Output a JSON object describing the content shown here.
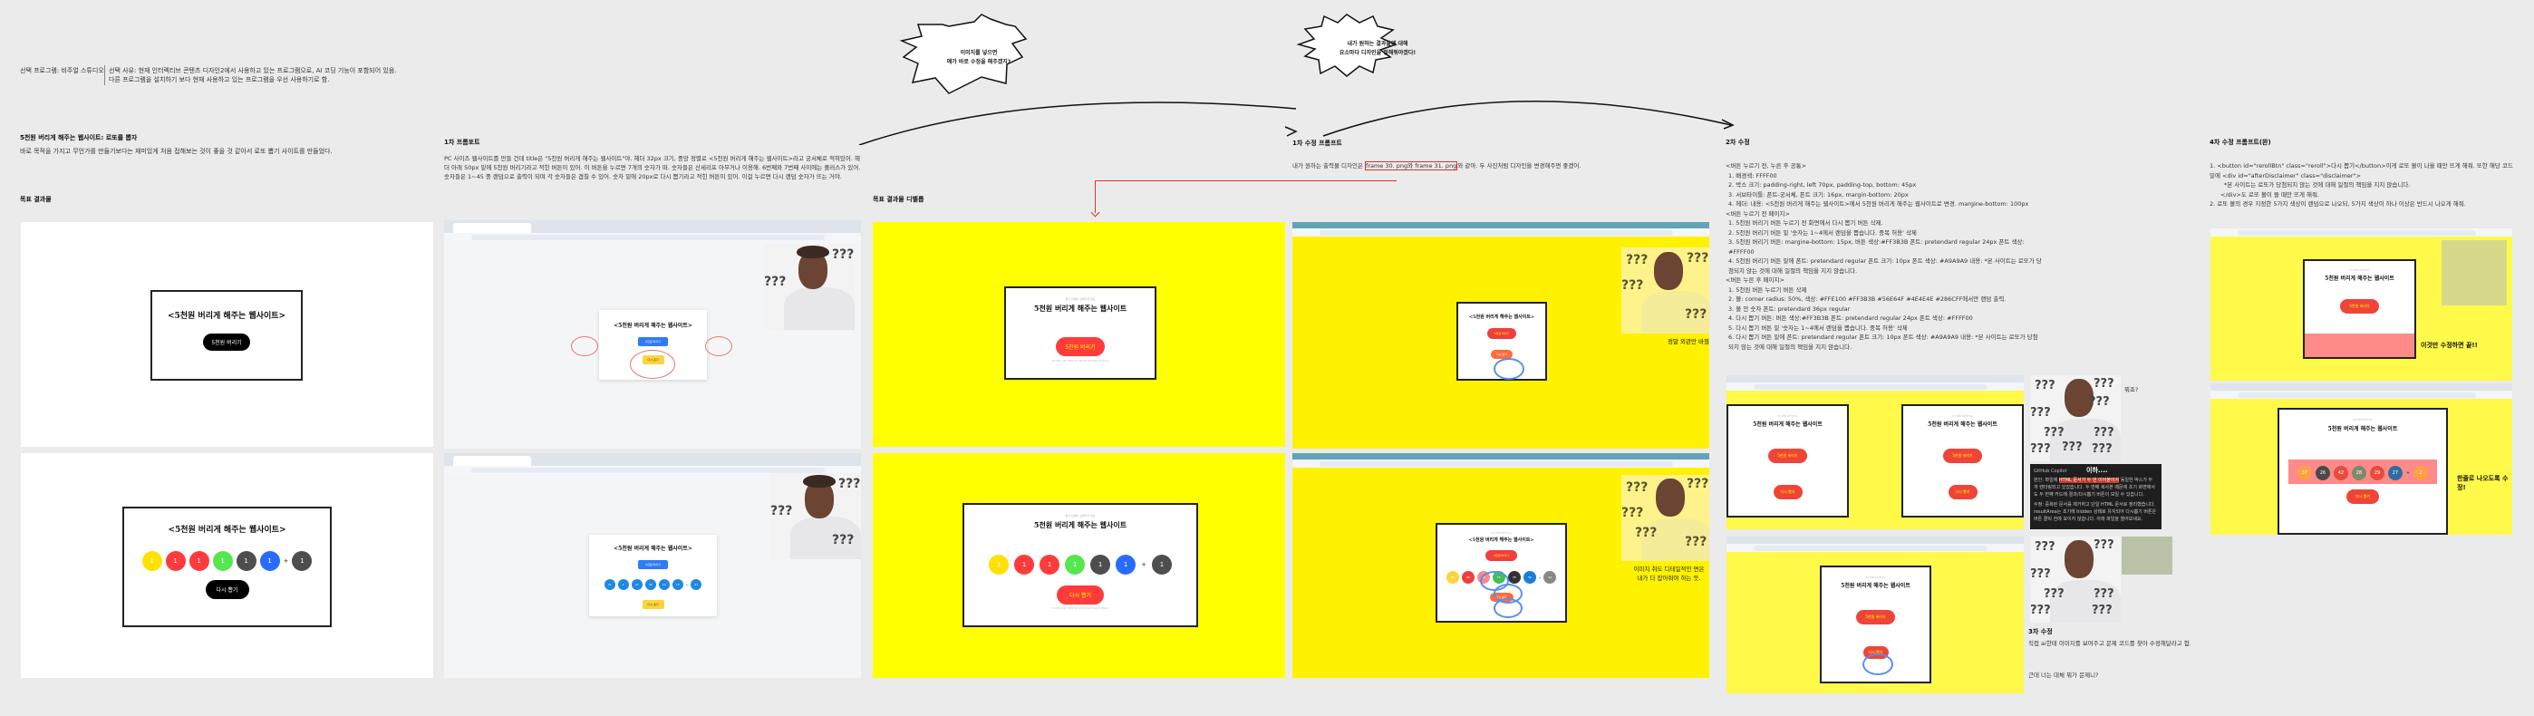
{
  "intro": {
    "program": "선택 프로그램: 비주얼 스튜디오",
    "reason_line1": "선택 사유: 현재 인터렉티브 콘텐츠 디자인2에서 사용하고 있는 프로그램으로, AI 코딩 기능이 포함되어 있음.",
    "reason_line2": "다른 프로그램을 설치하기 보다 현재 사용하고 있는 프로그램을 우선 사용하기로 함."
  },
  "project": {
    "title": "5천원 버리게 해주는 웹사이트: 로또를 뽑자",
    "description": "바로 목적을 가지고 무언가를 만들기보다는 재미있게 처음 접해보는 것이 좋을 것 같아서 로또 뽑기 사이트를 만들었다."
  },
  "bubbles": [
    {
      "line1": "이미지를 넣으면",
      "line2": "얘가 바로 수정을 해주겠지?"
    },
    {
      "line1": "내가 원하는 결과물에 대해",
      "line2": "요소마다 디자인을 정해줘야겠다!"
    }
  ],
  "sections": {
    "goal": {
      "label": "목표 결과물"
    },
    "first_prompt": {
      "title": "1차 프롬포트",
      "body": "PC 사이즈 웹사이트를 만들 건데 title은 \"5천원 버리게 해주는 웹사이트\"야. 헤더 32px 크기, 중앙 정렬로 <5천원 버리게 해주는 웹사이트>라고 궁서체로 적혀있어. 헤더 아래 50px 밑에 5천원 버리기라고 적힌 버튼이 있어. 이 버튼을 누르면 7개의 숫자가 떠. 숫자들은 산세리프 아무거나 이용해. 6번째와 7번째 사이에는 플러스가 있어. 숫자들은 1~45 중 랜덤으로 출력이 되며 각 숫자들은 겹칠 수 있어. 숫자 밑에 20px로 다시 뽑기라고 적힌 버튼이 있어. 이걸 누르면 다시 랜덤 숫자가 뜨는 거야."
    },
    "goal_detail": {
      "label": "목표 결과물 디벨롭"
    },
    "first_fix": {
      "title": "1차 수정 프롬프트",
      "body_before": "내가 원하는 출력물 디자인은 ",
      "body_highlight": "frame 30. png와 frame 31. png",
      "body_after": "와 같아. 두 사진처럼 디자인을 변경해주면 좋겠어."
    },
    "second_fix": {
      "title": "2차 수정",
      "groups": [
        {
          "heading": "<버튼 누르기 전, 누른 후 공통>",
          "items": [
            "1. 배경색: FFFF00",
            "2. 박스 크기: padding-right, left 70px, padding-top, bottom: 45px",
            "3. 서브타이틀: 폰트-궁서체, 폰트 크기: 16px, margin-bottom: 20px",
            "4. 헤더: 내용: <5천원 버리게 해주는 웹사이트>에서 5천원 버리게 해주는 웹사이트로 변경. margine-bottom: 100px"
          ]
        },
        {
          "heading": "<버튼 누르기 전 페이지>",
          "items": [
            "1. 5천원 버리기 버튼 누르기 전 화면에서 다시 뽑기 버튼 삭제.",
            "2. 5천원 버리기 버튼 밑 '숫자는 1~4에서 랜덤을 뽑습니다. 중복 허용' 삭제",
            "3. 5천원 버리기 버튼: margine-bottom: 15px, 버튼 색상:#FF3B3B 폰트: pretendard regular 24px 폰트 색상: #FFFF00",
            "4. 5천원 버리기 버튼 밑에 폰트: pretendard regular 폰트 크기: 10px 폰트 색상: #A9A9A9 내용: *본 사이트는 로또가 당첨되지 않는 것에 대해 일절의 책임을 지지 않습니다."
          ]
        },
        {
          "heading": "<버튼 누른 후 페이지>",
          "items": [
            "1. 5천원 버튼 누르기 버튼 삭제",
            "2. 볼: corner radius: 50%, 색상: #FFE100 #FF3B3B #56E64F #4E4E4E #286CFF에서만 랜덤 출력.",
            "3. 볼 안 숫자 폰트: pretendard 36px regular",
            "4. 다시 뽑기 버튼: 버튼 색상:#FF3B3B 폰트: pretendard regular 24px 폰트 색상: #FFFF00",
            "5. 다시 뽑기 버튼 밑 '숫자는 1~4에서 랜덤을 뽑습니다. 중복 허용' 삭제",
            "6. 다시 뽑기 버튼 밑에 폰트: pretendard regular 폰트 크기: 10px 폰트 색상: #A9A9A9 내용: *본 사이트는 로또가 당첨되지 않는 것에 대해 일절의 책임을 지지 않습니다."
          ]
        }
      ]
    },
    "third_fix": {
      "title": "3차 수정",
      "body": "직접 ai한테 이미지를 보여주고 문제 코드를 찾아 수정해달라고 함.",
      "question": "근데 너는 대체 뭐가 문제니?"
    },
    "fourth_fix": {
      "title": "4차 수정 프롬프트(완)",
      "lines": [
        "1. <button id=\"rerollBtn\" class=\"reroll\">다시 뽑기</button>이게 로또 볼이 나올 때만 뜨게 해줘. 또한 해당 코드 밑에 <div id=\"afterDisclaimer\" class=\"disclaimer\">",
        "*본 사이트는 로또가 당첨되지 않는 것에 대해 일절의 책임을 지지 않습니다.",
        "</div>도 로또 볼이 뜰 때만 뜨게 해줘.",
        "2. 로또 볼의 경우 지정한 5가지 색상이 랜덤으로 나오되, 5가지 색상이 하나 이상은 반드시 나오게 해줘."
      ]
    }
  },
  "site": {
    "title_bracketed": "<5천원 버리게 해주는 웹사이트>",
    "title_plain": "5천원 버리게 해주는 웹사이트",
    "subtitle": "현시 인생이 오래가지 않는",
    "throw_button": "5천원 버리기",
    "reroll_button": "다시 뽑기",
    "plus": "+",
    "disclaimer": "*본 사이트는 로또가 당첨되지 않는 것에 대해 일절의 책임을 지지 않습니다.",
    "mock_balls": [
      "1",
      "1",
      "1",
      "1",
      "1",
      "1",
      "1"
    ],
    "mock_ball_colors": [
      "#FFE100",
      "#FF3B3B",
      "#FF3B3B",
      "#56E64F",
      "#4E4E4E",
      "#286CFF",
      "#4E4E4E"
    ],
    "first_result_balls": [
      "21",
      "1",
      "27",
      "42",
      "13",
      "13",
      "27"
    ],
    "first_fix_balls": [
      "44",
      "30",
      "30",
      "15",
      "36",
      "36",
      "44"
    ],
    "first_fix_ball_colors": [
      "#ffd43b",
      "#f03e3e",
      "#ff8787",
      "#40c057",
      "#333333",
      "#1c7ed6",
      "#888888"
    ],
    "final_balls": [
      "37",
      "26",
      "42",
      "28",
      "29",
      "27",
      "2"
    ],
    "final_ball_colors": [
      "#ff9f43",
      "#4a4a4a",
      "#e74c3c",
      "#7d8b6a",
      "#e74c3c",
      "#2e6da4",
      "#ff9f43"
    ]
  },
  "annotations": {
    "only_looks_changed": "정말 외관만 바꿨",
    "image_detail_line1": "이미지 취도 디테일적인 면은",
    "image_detail_line2": "내가 다 잡아줘야 하는 듯.",
    "what": "뭐죠?",
    "last_fix": "이것만 수정하면 끝!!",
    "one_line": "한줄로 나오도록 수정!"
  },
  "copilot": {
    "header": "GitHub Copilot",
    "sigh": "이하....",
    "cause_prefix": "원인: 파일에 ",
    "cause_highlight": "HTML 문서가 두 번 이어붙어져",
    "cause_suffix": " 동일한 박스가 두 개 렌더링되고 있었습니다. 두 번째 복사본 때문에 초기 화면에서도 두 번째 카드에 결과/다시뽑기 버튼이 보일 수 있습니다.",
    "fix": "수정: 중복된 문서를 제거하고 단일 HTML 문서로 정리했습니다. resultArea는 초기에 hidden 상태로 유지되어 다시뽑기 버튼은 버튼 클릭 전에 보이지 않습니다. 아래 파일을 열어보세요."
  },
  "meme_text": "???",
  "colors": {
    "accent_yellow": "#FFFF00",
    "button_red": "#FF3B3B",
    "disclaimer_gray": "#A9A9A9",
    "highlight_red": "#e03030"
  }
}
